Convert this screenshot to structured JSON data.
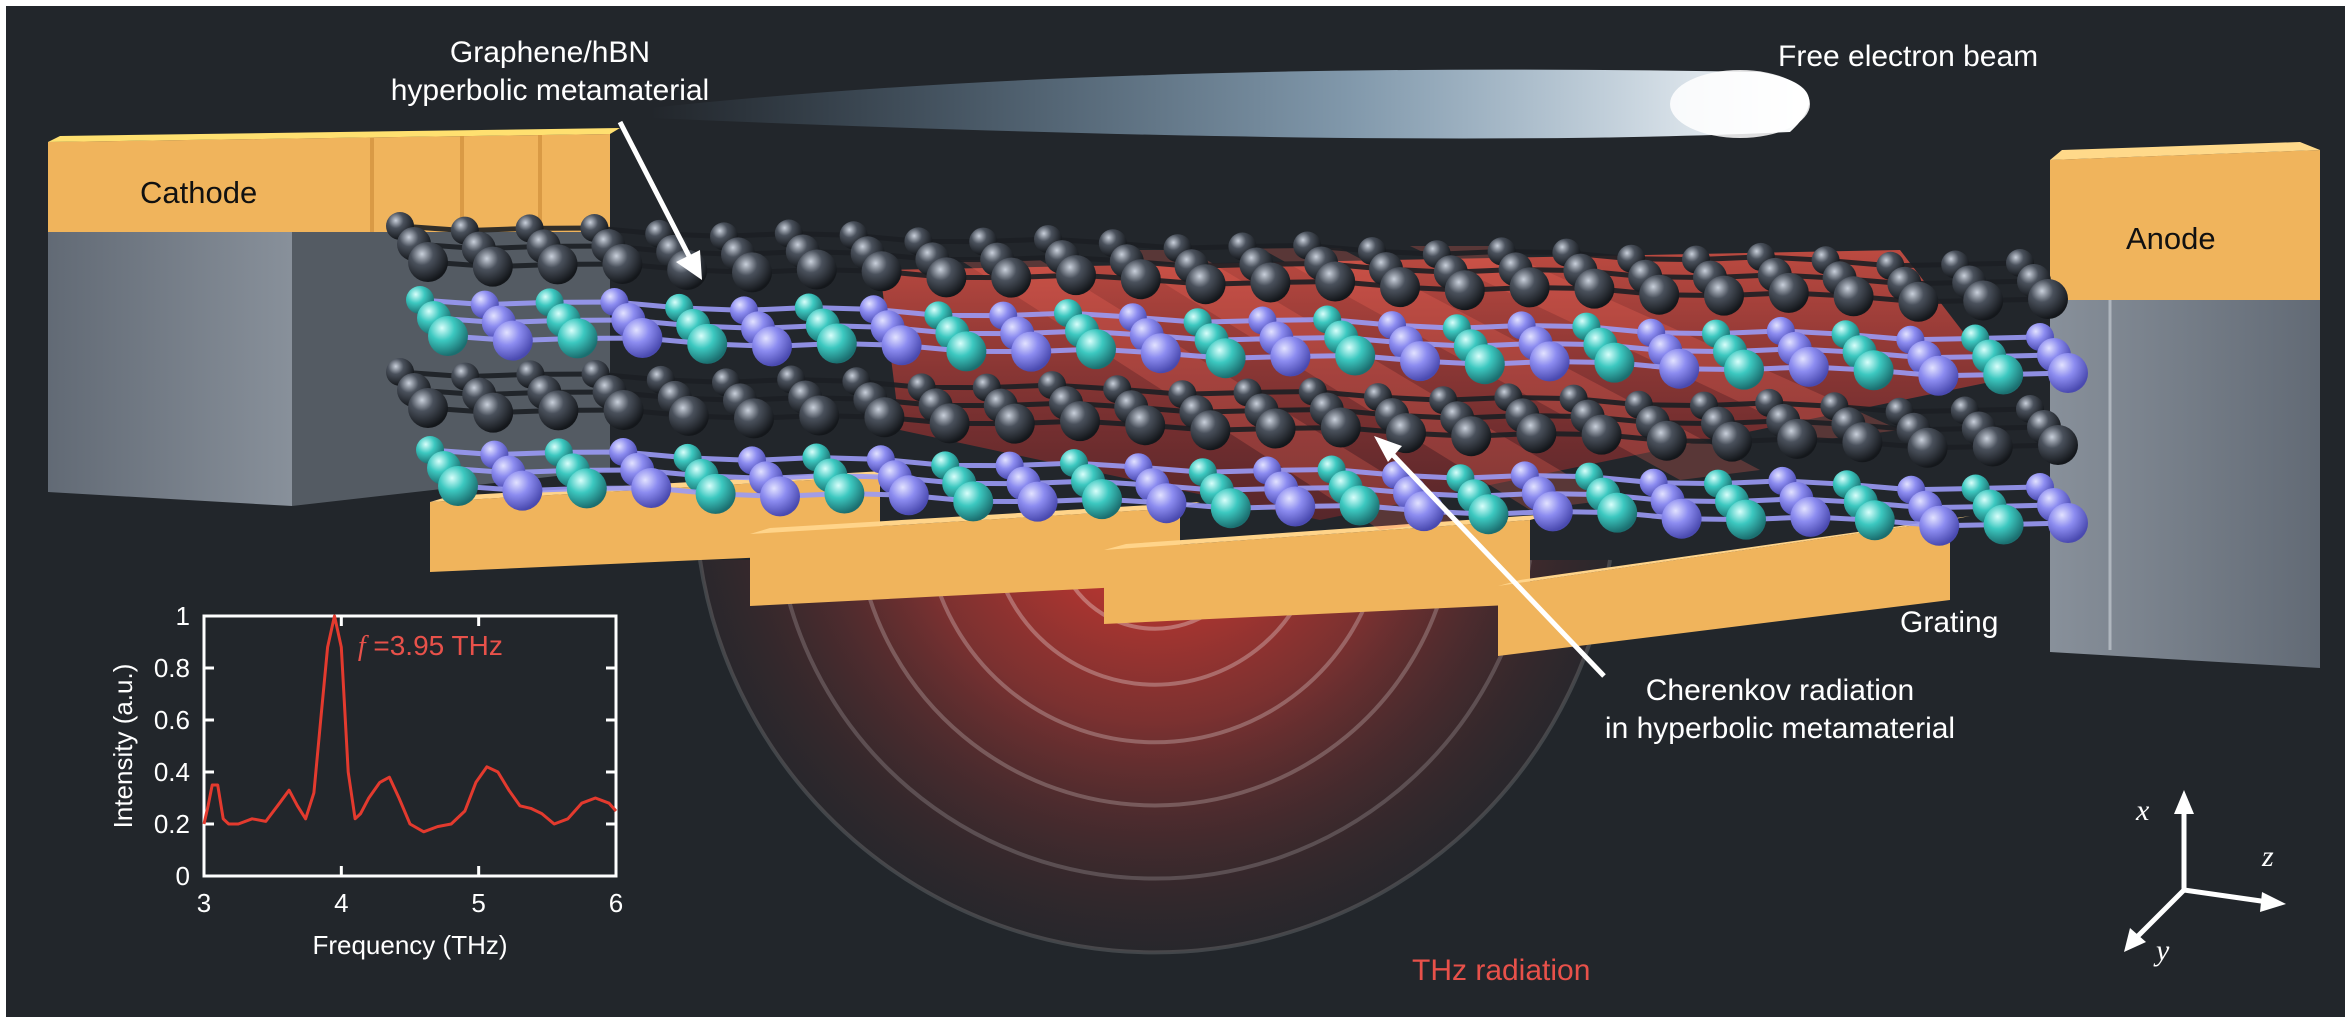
{
  "labels": {
    "metamaterial_line1": "Graphene/hBN",
    "metamaterial_line2": "hyperbolic metamaterial",
    "beam": "Free electron beam",
    "cathode": "Cathode",
    "anode": "Anode",
    "grating": "Grating",
    "cherenkov_line1": "Cherenkov radiation",
    "cherenkov_line2": "in hyperbolic metamaterial",
    "thz": "THz radiation"
  },
  "axes_triad": {
    "x": "x",
    "y": "y",
    "z": "z"
  },
  "colors": {
    "background": "#22262b",
    "gold": "#f0b45c",
    "carbon": "#3a3f47",
    "boron": "#8c8cf0",
    "nitrogen": "#3cc8c0",
    "radiation": "#e33a2e",
    "beam": "#dff1ff",
    "annotation": "#e8514a"
  },
  "chart_data": {
    "type": "line",
    "xlabel": "Frequency (THz)",
    "ylabel": "Intensity (a.u.)",
    "xlim": [
      3,
      6
    ],
    "ylim": [
      0,
      1
    ],
    "xticks": [
      3,
      4,
      5,
      6
    ],
    "yticks": [
      0,
      0.2,
      0.4,
      0.6,
      0.8,
      1
    ],
    "ytick_labels": [
      "0",
      "0.2",
      "0.4",
      "0.6",
      "0.8",
      "1"
    ],
    "annotation_var": "f",
    "annotation_value": " =3.95 THz",
    "grid": false,
    "series": [
      {
        "color": "#e33a2e",
        "x": [
          3.0,
          3.03,
          3.06,
          3.1,
          3.14,
          3.18,
          3.25,
          3.35,
          3.45,
          3.55,
          3.62,
          3.68,
          3.74,
          3.8,
          3.85,
          3.9,
          3.95,
          4.0,
          4.05,
          4.1,
          4.14,
          4.2,
          4.28,
          4.35,
          4.42,
          4.5,
          4.6,
          4.7,
          4.8,
          4.9,
          4.98,
          5.06,
          5.14,
          5.22,
          5.3,
          5.38,
          5.46,
          5.55,
          5.65,
          5.75,
          5.85,
          5.95,
          6.0
        ],
        "y": [
          0.2,
          0.27,
          0.35,
          0.35,
          0.22,
          0.2,
          0.2,
          0.22,
          0.21,
          0.28,
          0.33,
          0.27,
          0.22,
          0.32,
          0.6,
          0.88,
          1.0,
          0.88,
          0.4,
          0.22,
          0.24,
          0.3,
          0.36,
          0.38,
          0.3,
          0.2,
          0.17,
          0.19,
          0.2,
          0.25,
          0.36,
          0.42,
          0.4,
          0.33,
          0.27,
          0.26,
          0.24,
          0.2,
          0.22,
          0.28,
          0.3,
          0.28,
          0.25
        ]
      }
    ]
  }
}
